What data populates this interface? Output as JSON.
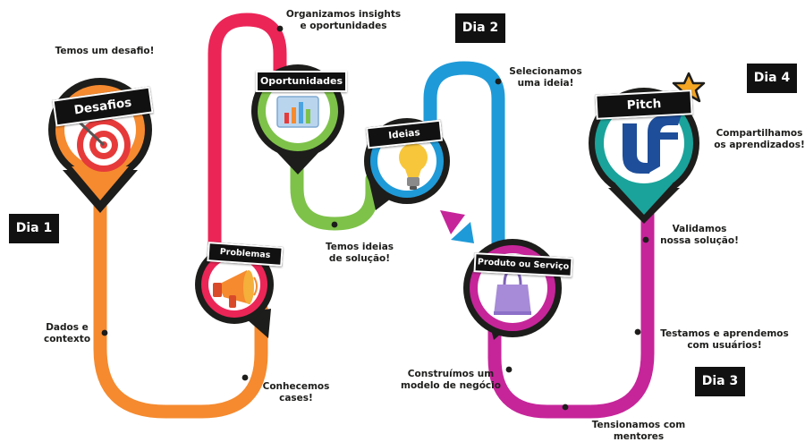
{
  "days": {
    "dia1": "Dia 1",
    "dia2": "Dia 2",
    "dia3": "Dia 3",
    "dia4": "Dia 4"
  },
  "stages": {
    "desafios": "Desafios",
    "problemas": "Problemas",
    "oportunidades": "Oportunidades",
    "ideias": "Ideias",
    "produto": "Produto ou Serviço",
    "pitch": "Pitch"
  },
  "steps": {
    "temos_desafio": "Temos um desafio!",
    "dados_contexto": "Dados e\ncontexto",
    "conhecemos_cases": "Conhecemos\ncases!",
    "organizamos": "Organizamos insights\ne oportunidades",
    "temos_ideias": "Temos ideias\nde solução!",
    "selecionamos": "Selecionamos\numa ideia!",
    "construimos": "Construímos um\nmodelo de negócio",
    "tensionamos": "Tensionamos com\nmentores",
    "testamos": "Testamos e aprendemos\ncom usuários!",
    "validamos": "Validamos\nnossa solução!",
    "compartilhamos": "Compartilhamos\nos aprendizados!"
  },
  "colors": {
    "orange": "#f58a2f",
    "red": "#ec2557",
    "green": "#7ec24a",
    "blue": "#1f9ad8",
    "magenta": "#c6259a",
    "teal": "#1aa39a",
    "dark": "#1d1d1b"
  },
  "icons": {
    "desafios": "target-icon",
    "problemas": "megaphone-icon",
    "oportunidades": "chart-blueprint-icon",
    "ideias": "lightbulb-icon",
    "produto": "shopping-bag-icon",
    "pitch": "logo-icon",
    "star": "star-icon"
  }
}
